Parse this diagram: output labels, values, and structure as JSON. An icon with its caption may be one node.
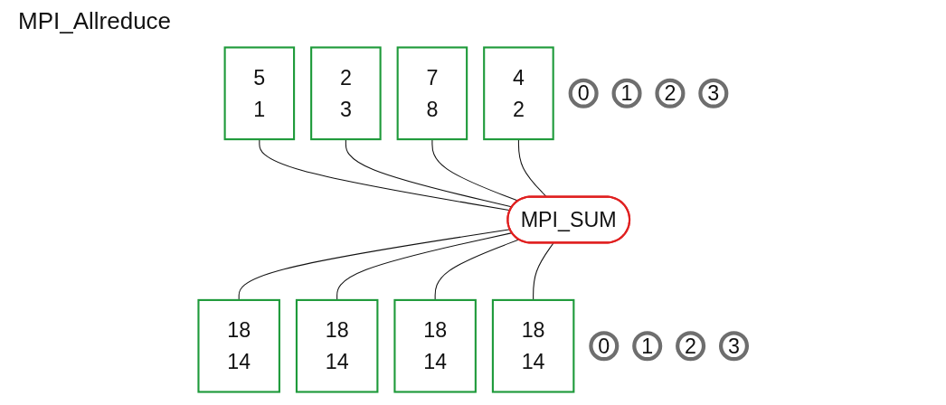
{
  "diagram": {
    "title": "MPI_Allreduce",
    "nodes": [
      {
        "text": [
          "0"
        ]
      },
      {
        "text": [
          "5",
          "1"
        ]
      },
      {
        "text": [
          "1"
        ]
      },
      {
        "text": [
          "2",
          "3"
        ]
      },
      {
        "text": [
          "2"
        ]
      },
      {
        "text": [
          "7",
          "8"
        ]
      },
      {
        "text": [
          "3"
        ]
      },
      {
        "text": [
          "4",
          "2"
        ]
      },
      {
        "text": [
          "MPI_SUM"
        ]
      },
      {
        "text": [
          "0"
        ]
      },
      {
        "text": [
          "18",
          "14"
        ]
      },
      {
        "text": [
          "1"
        ]
      },
      {
        "text": [
          "18",
          "14"
        ]
      },
      {
        "text": [
          "2"
        ]
      },
      {
        "text": [
          "18",
          "14"
        ]
      },
      {
        "text": [
          "3"
        ]
      },
      {
        "text": [
          "18",
          "14"
        ]
      }
    ],
    "edges": [
      {
        "from": 1,
        "to": 8,
        "arrow": "none"
      },
      {
        "from": 3,
        "to": 8,
        "arrow": "none"
      },
      {
        "from": 5,
        "to": 8,
        "arrow": "none"
      },
      {
        "from": 7,
        "to": 8,
        "arrow": "none"
      },
      {
        "from": 8,
        "to": 10,
        "arrow": "none"
      },
      {
        "from": 8,
        "to": 12,
        "arrow": "none"
      },
      {
        "from": 8,
        "to": 14,
        "arrow": "none"
      },
      {
        "from": 8,
        "to": 16,
        "arrow": "none"
      }
    ]
  }
}
